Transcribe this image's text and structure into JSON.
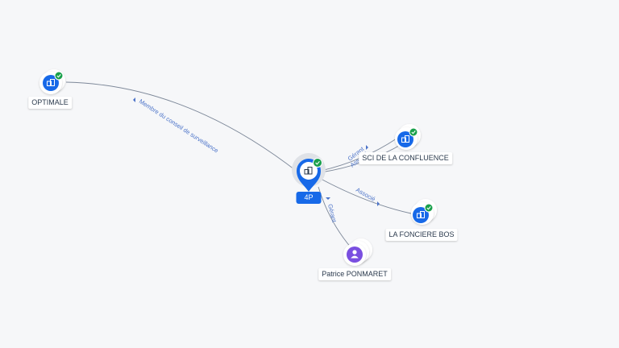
{
  "colors": {
    "company": "#1769e8",
    "person": "#7a4fe0",
    "check": "#19a04b",
    "edge": "#6f7d92",
    "edge_label": "#4a72c8"
  },
  "center": {
    "label": "4P",
    "icon": "building-icon"
  },
  "nodes": [
    {
      "id": "optimale",
      "label": "OPTIMALE",
      "type": "company",
      "icon": "building-icon"
    },
    {
      "id": "sci",
      "label": "SCI DE LA CONFLUENCE",
      "type": "company",
      "icon": "building-icon"
    },
    {
      "id": "fonciere",
      "label": "LA FONCIERE BOS",
      "type": "company",
      "icon": "building-icon"
    },
    {
      "id": "patrice",
      "label": "Patrice PONMARET",
      "type": "person",
      "icon": "person-icon"
    }
  ],
  "edges": [
    {
      "label": "Membre du conseil de surveillance"
    },
    {
      "label": "Gérant"
    },
    {
      "label": "Associé"
    },
    {
      "label": "Associé"
    },
    {
      "label": "Gérant"
    }
  ]
}
